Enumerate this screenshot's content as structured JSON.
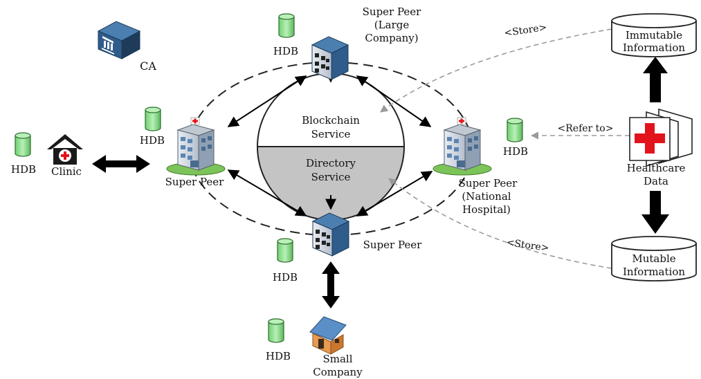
{
  "labels": {
    "ca": "CA",
    "hdb": "HDB",
    "clinic": "Clinic",
    "super_peer": "Super Peer",
    "large_company": [
      "Super Peer",
      "(Large",
      "Company)"
    ],
    "national_hospital": [
      "Super Peer",
      "(National",
      "Hospital)"
    ],
    "small_company": [
      "Small",
      "Company"
    ],
    "blockchain_service": [
      "Blockchain",
      "Service"
    ],
    "directory_service": [
      "Directory",
      "Service"
    ],
    "immutable_information": [
      "Immutable",
      "Information"
    ],
    "mutable_information": [
      "Mutable",
      "Information"
    ],
    "healthcare_data": [
      "Healthcare",
      "Data"
    ],
    "store_top": "<Store>",
    "store_bottom": "<Store>",
    "refer_to": "<Refer to>"
  },
  "colors": {
    "hdb_fill": "#8ee08e",
    "hdb_stroke": "#2d6b2d",
    "blockchain_fill": "#ffffff",
    "directory_fill": "#c4c4c4",
    "server_top": "#3a6fa0",
    "server_body": "#dadfe6",
    "arrow_black": "#000000",
    "dashed_gray": "#9a9a9a",
    "cross_red": "#e3131b",
    "house_roof": "#5a8fc7",
    "house_wall": "#e89a4e"
  },
  "icons": {
    "database": "cylinder-icon",
    "server": "server-building-icon",
    "hospital": "hospital-building-icon",
    "clinic": "clinic-house-icon",
    "bank": "bank-server-icon",
    "house": "house-icon",
    "documents": "medical-documents-icon"
  }
}
